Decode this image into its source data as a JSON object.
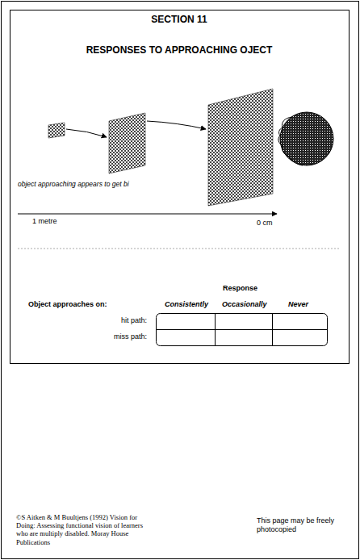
{
  "diagram": {
    "title": "SECTION 11",
    "labels": [
      "RESPONSES TO APPROACHING OJECT",
      "object approaching appears to get bi",
      "1 metre",
      "0 cm",
      "Response",
      "Object approaches on:",
      "Consistently",
      "Occasionally",
      "Never",
      "hit path:",
      "miss path:",
      "©S Aitken & M Buultjens (1992) Vision for Doing: Assessing functional vision of learners who are multiply disabled. Moray House Publications",
      "This page may be freely photocopied"
    ]
  }
}
